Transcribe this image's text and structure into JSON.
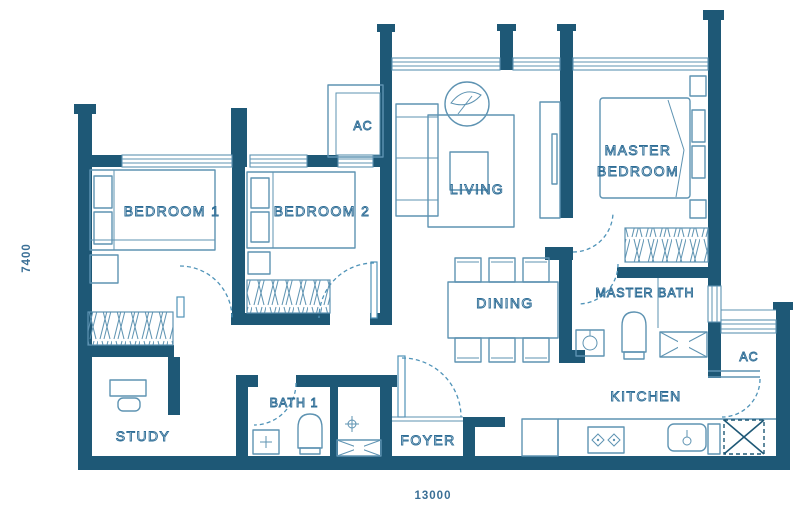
{
  "colors": {
    "wall": "#1E5876",
    "line": "#5E93B2",
    "door": "#4F93B8",
    "text": "#2E6D96",
    "dim": "#3A6F96",
    "background": "#FFFFFF"
  },
  "rooms": {
    "bedroom1": {
      "label": "BEDROOM 1"
    },
    "bedroom2": {
      "label": "BEDROOM 2"
    },
    "living": {
      "label": "LIVING"
    },
    "master_bedroom": {
      "label": "MASTER BEDROOM",
      "line1": "MASTER",
      "line2": "BEDROOM"
    },
    "dining": {
      "label": "DINING"
    },
    "master_bath": {
      "label": "MASTER BATH"
    },
    "kitchen": {
      "label": "KITCHEN"
    },
    "study": {
      "label": "STUDY"
    },
    "bath1": {
      "label": "BATH 1"
    },
    "foyer": {
      "label": "FOYER"
    },
    "ac_upper": {
      "label": "AC"
    },
    "ac_side": {
      "label": "AC"
    }
  },
  "dimensions": {
    "width_label": "13000",
    "height_label": "7400"
  }
}
